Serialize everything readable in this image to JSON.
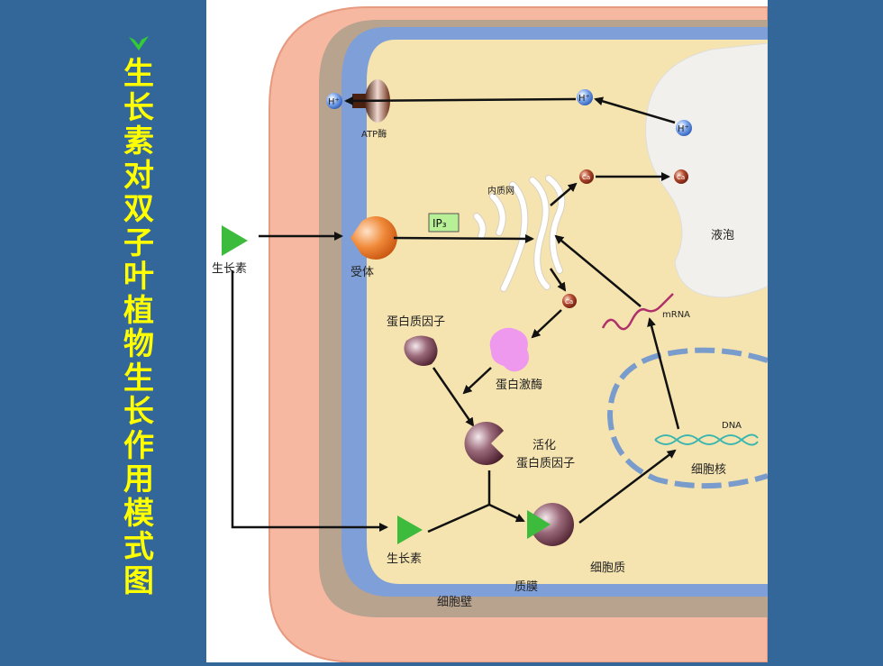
{
  "slide": {
    "title": "生长素对双子叶植物生长作用模式图",
    "colors": {
      "background": "#336699",
      "title": "#FFFF00",
      "bullet": "#33CC33"
    }
  },
  "diagram": {
    "labels": {
      "h_plus": "H⁺",
      "atpase": "ATP酶",
      "er": "内质网",
      "ca": "Ca",
      "ip3": "IP₃",
      "vacuole": "液泡",
      "auxin": "生长素",
      "receptor": "受体",
      "protein_factor": "蛋白质因子",
      "mrna": "mRNA",
      "kinase": "蛋白激酶",
      "activated_line1": "活化",
      "activated_line2": "蛋白质因子",
      "dna": "DNA",
      "nucleus": "细胞核",
      "cytoplasm": "细胞质",
      "membrane": "质膜",
      "cell_wall": "细胞壁"
    },
    "colors": {
      "cell_wall": "#F6B8A0",
      "wall_inner": "#B8A38F",
      "membrane": "#7F9FD8",
      "cytoplasm": "#F6E4B0",
      "vacuole": "#F2F0EC",
      "auxin": "#3DBB3D",
      "receptor": "#E06A1C",
      "protein_factor": "#6B3A4A",
      "kinase": "#EE99EE",
      "nucleus": "#7A9CCC",
      "dna": "#3CB7B0",
      "mrna": "#B0306A",
      "ip3_box": "#B8F098"
    }
  }
}
